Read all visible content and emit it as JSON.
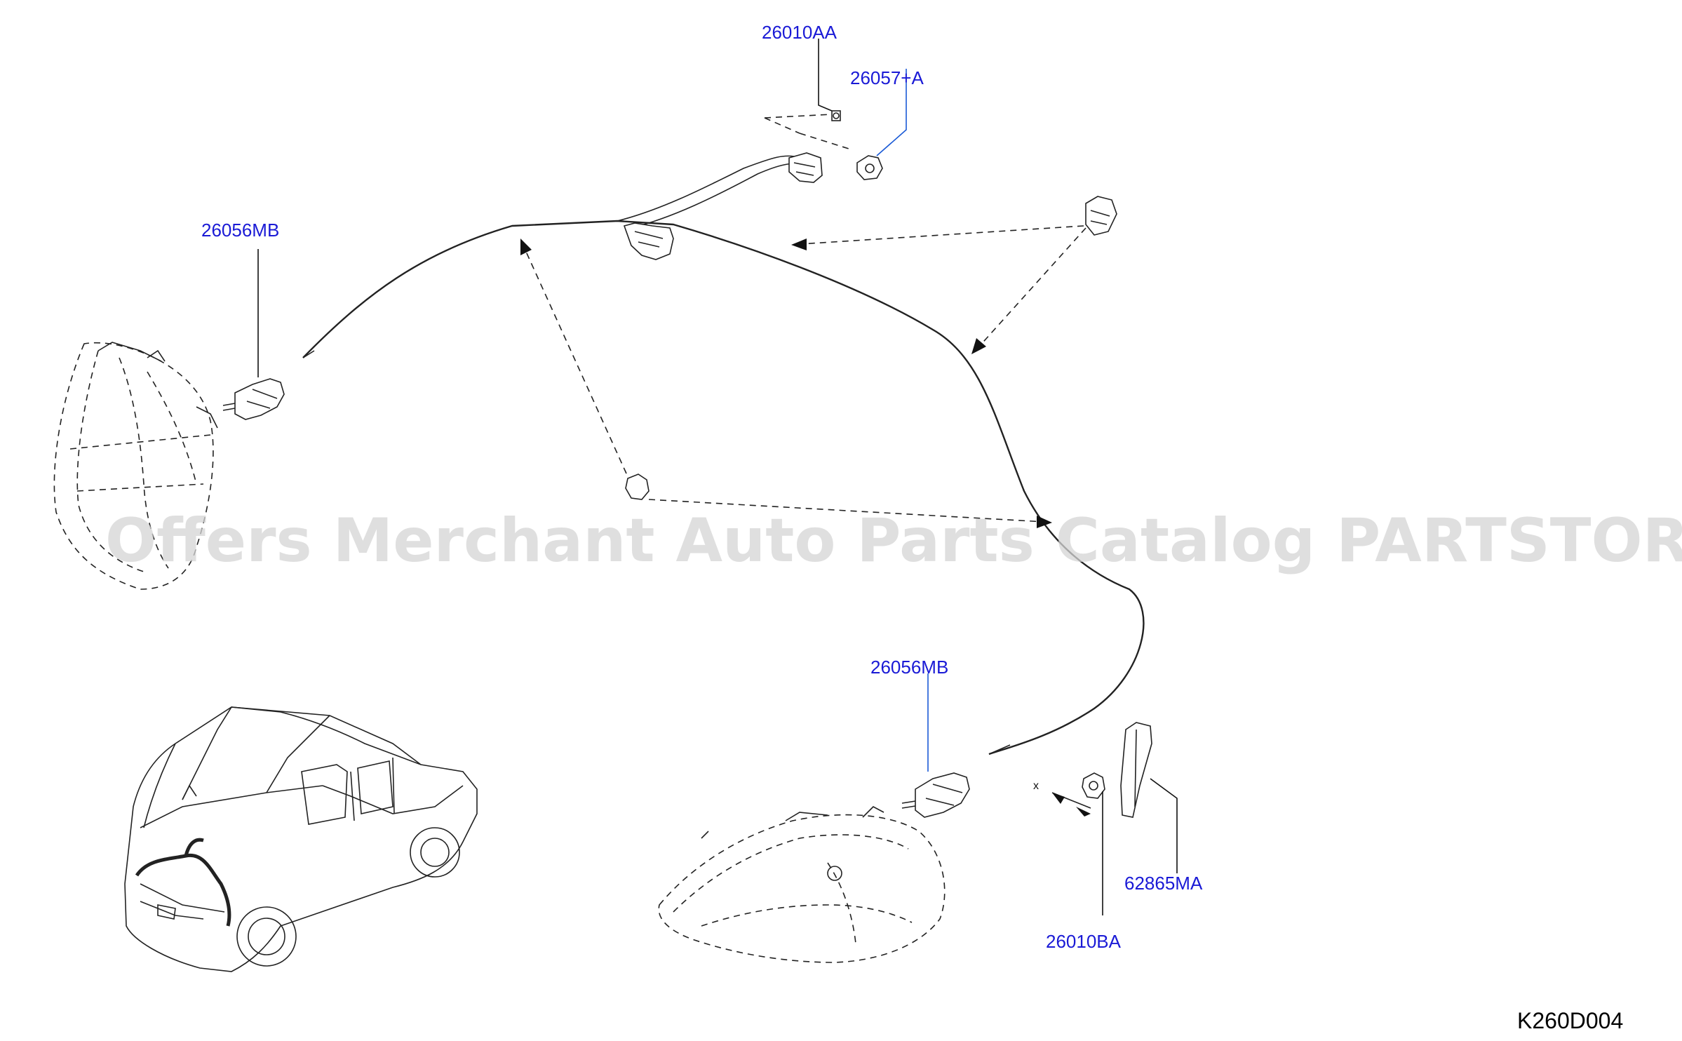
{
  "diagram": {
    "code": "K260D004",
    "watermark": "Offers Merchant Auto Parts Catalog PARTSTORE.SA",
    "parts": [
      {
        "id": "26010AA"
      },
      {
        "id": "26057+A"
      },
      {
        "id": "26056MB"
      },
      {
        "id": "26056MB"
      },
      {
        "id": "62865MA"
      },
      {
        "id": "26010BA"
      }
    ],
    "symbol_x": "x",
    "label_color": "#1a1ad6"
  }
}
